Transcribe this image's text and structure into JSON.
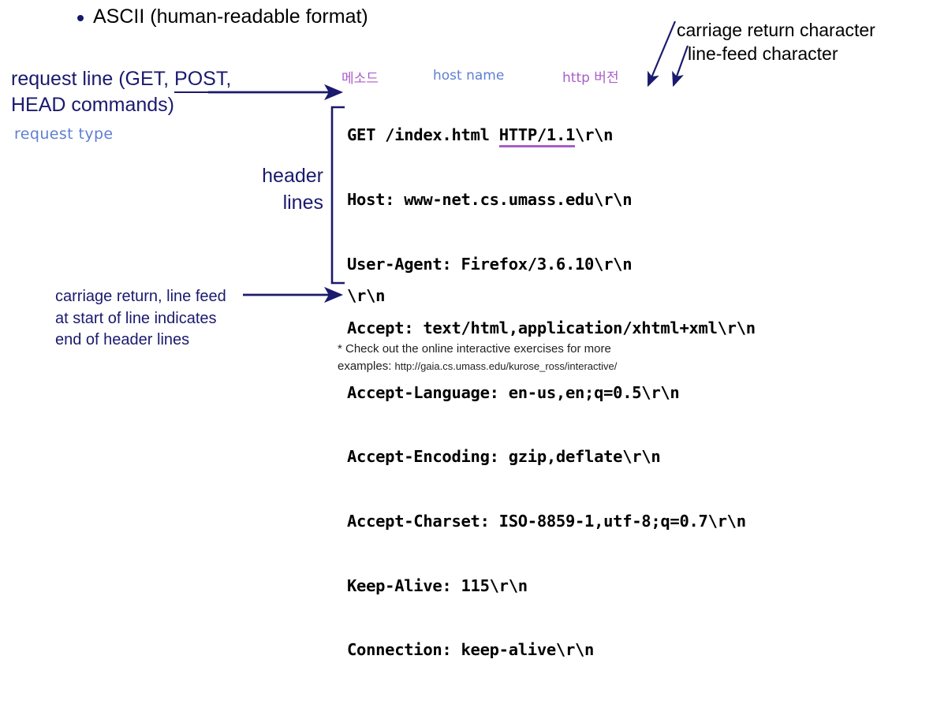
{
  "slide": {
    "bullet": {
      "text": "ASCII (human-readable format)"
    },
    "left_labels": {
      "request_line_part1": "request line (GET, ",
      "request_line_post": "POST,",
      "request_line_part2": "HEAD commands)",
      "request_type": "request type",
      "header_lines_1": "header",
      "header_lines_2": "lines",
      "crlf_note_1": "carriage return, line feed",
      "crlf_note_2": "at start of line indicates",
      "crlf_note_3": "end of header lines"
    },
    "right_labels": {
      "carriage_return": "carriage return character",
      "line_feed": "line-feed character"
    },
    "field_labels": {
      "method": "메소드",
      "host_name": "host name",
      "http_version": "http 버전"
    },
    "http_request": {
      "request_line_prefix": "GET /index.html ",
      "request_line_version": "HTTP/1.1",
      "request_line_suffix": "\\r\\n",
      "header_lines": [
        "Host: www-net.cs.umass.edu\\r\\n",
        "User-Agent: Firefox/3.6.10\\r\\n",
        "Accept: text/html,application/xhtml+xml\\r\\n",
        "Accept-Language: en-us,en;q=0.5\\r\\n",
        "Accept-Encoding: gzip,deflate\\r\\n",
        "Accept-Charset: ISO-8859-1,utf-8;q=0.7\\r\\n",
        "Keep-Alive: 115\\r\\n",
        "Connection: keep-alive\\r\\n"
      ],
      "blank_line": "\\r\\n"
    },
    "footnote": {
      "line1": "* Check out the online interactive exercises for more",
      "line2_prefix": "examples: ",
      "line2_url": "http://gaia.cs.umass.edu/kurose_ross/interactive/"
    },
    "colors": {
      "navy": "#1a1a6e",
      "purple": "#a85ec8",
      "blue": "#5f7fd4",
      "black": "#000000",
      "background": "#ffffff"
    }
  }
}
